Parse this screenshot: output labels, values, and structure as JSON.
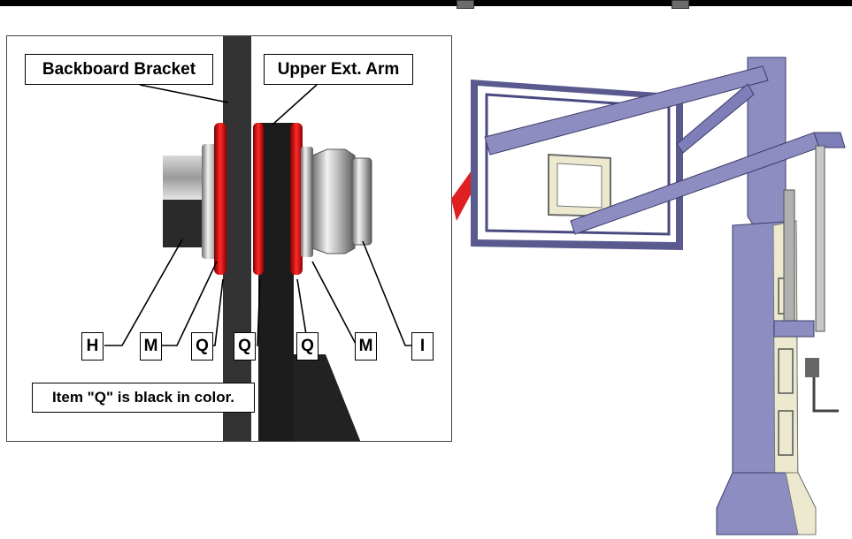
{
  "callouts": {
    "backboard_bracket": "Backboard Bracket",
    "upper_ext_arm": "Upper Ext. Arm"
  },
  "letters": {
    "h": "H",
    "m_left": "M",
    "q_1": "Q",
    "q_2": "Q",
    "q_3": "Q",
    "m_right": "M",
    "i": "I"
  },
  "note": "Item \"Q\" is black in color.",
  "colors": {
    "spacer_red": "#d81818",
    "bracket_dark": "#2e2e2e",
    "pole_blue": "#8d8dc2",
    "panel_cream": "#ece9cf"
  }
}
